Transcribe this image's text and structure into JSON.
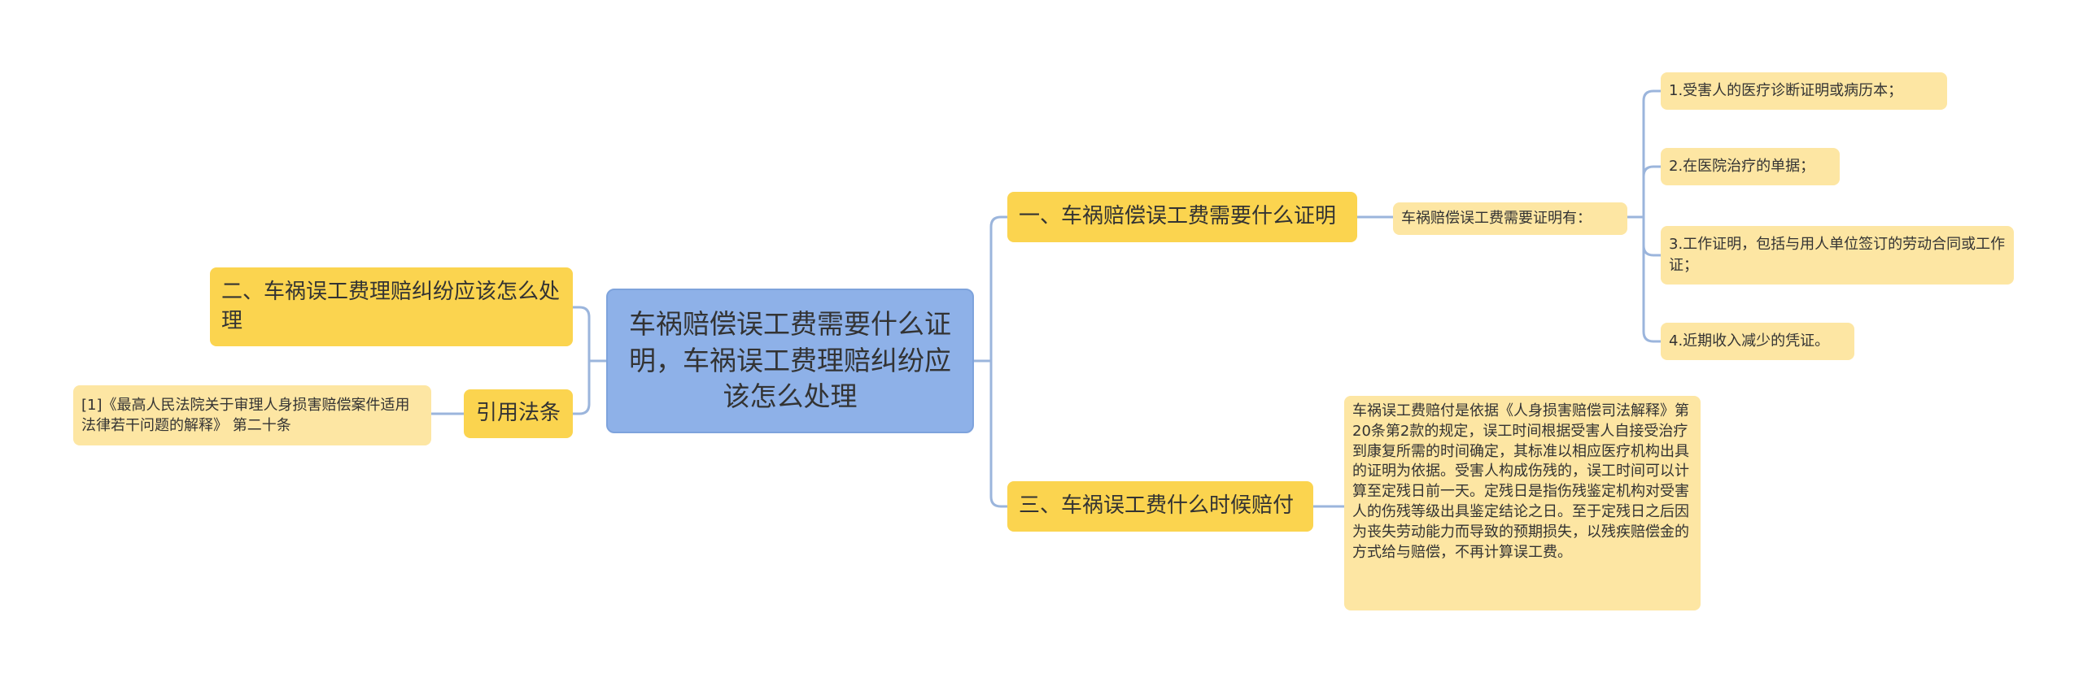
{
  "mindmap": {
    "root": "车祸赔偿误工费需要什么证明，车祸误工费理赔纠纷应该怎么处理",
    "branch1": {
      "title": "一、车祸赔偿误工费需要什么证明",
      "child": "车祸赔偿误工费需要证明有：",
      "items": [
        "1.受害人的医疗诊断证明或病历本；",
        "2.在医院治疗的单据；",
        "3.工作证明，包括与用人单位签订的劳动合同或工作证；",
        "4.近期收入减少的凭证。"
      ]
    },
    "branch2": {
      "title": "二、车祸误工费理赔纠纷应该怎么处理"
    },
    "branch3": {
      "title": "三、车祸误工费什么时候赔付",
      "detail": "车祸误工费赔付是依据《人身损害赔偿司法解释》第20条第2款的规定，误工时间根据受害人自接受治疗到康复所需的时间确定，其标准以相应医疗机构出具的证明为依据。受害人构成伤残的，误工时间可以计算至定残日前一天。定残日是指伤残鉴定机构对受害人的伤残等级出具鉴定结论之日。至于定残日之后因为丧失劳动能力而导致的预期损失，以残疾赔偿金的方式给与赔偿，不再计算误工费。"
    },
    "branch4": {
      "title": "引用法条",
      "child": "[1]《最高人民法院关于审理人身损害赔偿案件适用法律若干问题的解释》 第二十条"
    }
  }
}
